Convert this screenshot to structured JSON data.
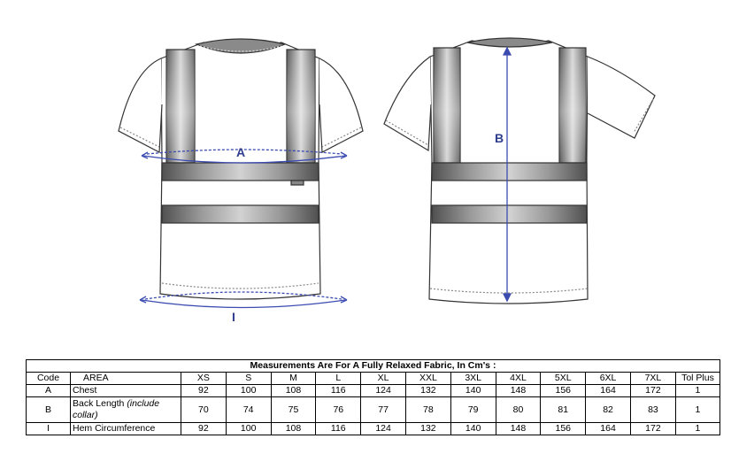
{
  "labels": {
    "a": "A",
    "b": "B",
    "i": "I"
  },
  "colors": {
    "measure_line": "#3b4bb0",
    "band_dark": "#4a4a4a",
    "outline": "#333333"
  },
  "table": {
    "title": "Measurements Are For A Fully Relaxed Fabric, In Cm's :",
    "headers": [
      "Code",
      "AREA",
      "XS",
      "S",
      "M",
      "L",
      "XL",
      "XXL",
      "3XL",
      "4XL",
      "5XL",
      "6XL",
      "7XL",
      "Tol Plus"
    ],
    "rows": [
      {
        "code": "A",
        "area": "Chest",
        "area_note": "",
        "values": [
          "92",
          "100",
          "108",
          "116",
          "124",
          "132",
          "140",
          "148",
          "156",
          "164",
          "172",
          "1"
        ]
      },
      {
        "code": "B",
        "area": "Back Length",
        "area_note": "(include collar)",
        "values": [
          "70",
          "74",
          "75",
          "76",
          "77",
          "78",
          "79",
          "80",
          "81",
          "82",
          "83",
          "1"
        ]
      },
      {
        "code": "I",
        "area": "Hem Circumference",
        "area_note": "",
        "values": [
          "92",
          "100",
          "108",
          "116",
          "124",
          "132",
          "140",
          "148",
          "156",
          "164",
          "172",
          "1"
        ]
      }
    ]
  }
}
